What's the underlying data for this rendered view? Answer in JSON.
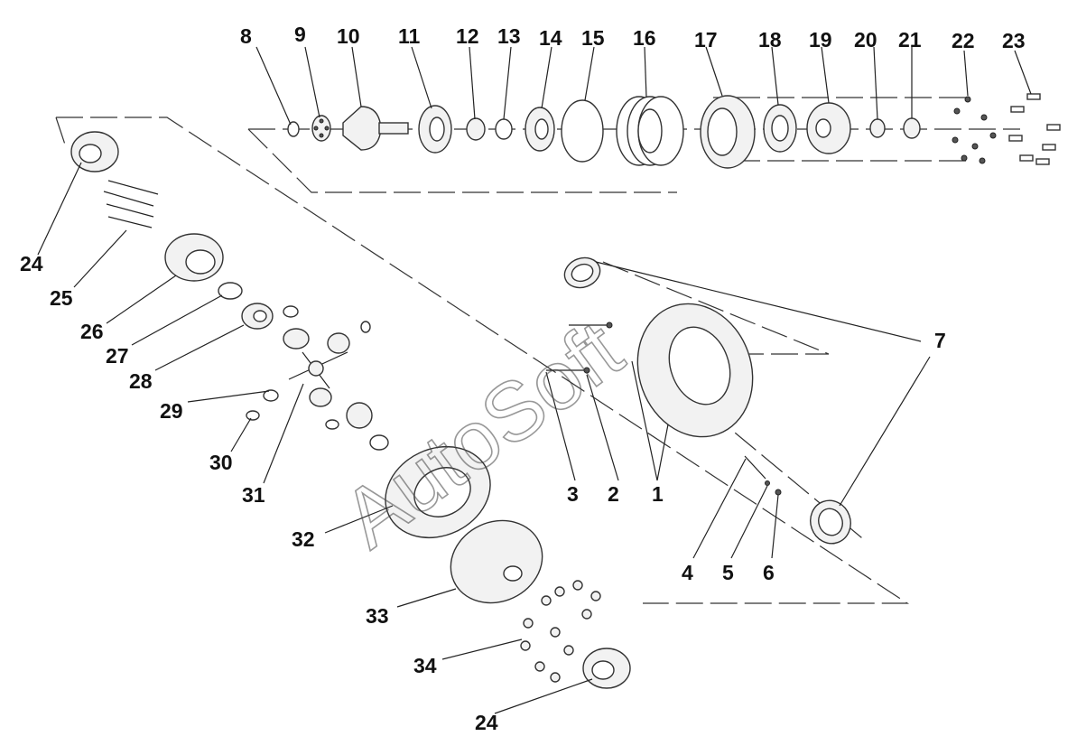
{
  "watermark": "AutoSoft",
  "callouts": [
    "1",
    "2",
    "3",
    "4",
    "5",
    "6",
    "7",
    "8",
    "9",
    "10",
    "11",
    "12",
    "13",
    "14",
    "15",
    "16",
    "17",
    "18",
    "19",
    "20",
    "21",
    "22",
    "23",
    "24",
    "25",
    "26",
    "27",
    "28",
    "29",
    "30",
    "31",
    "32",
    "33",
    "34",
    "24"
  ]
}
